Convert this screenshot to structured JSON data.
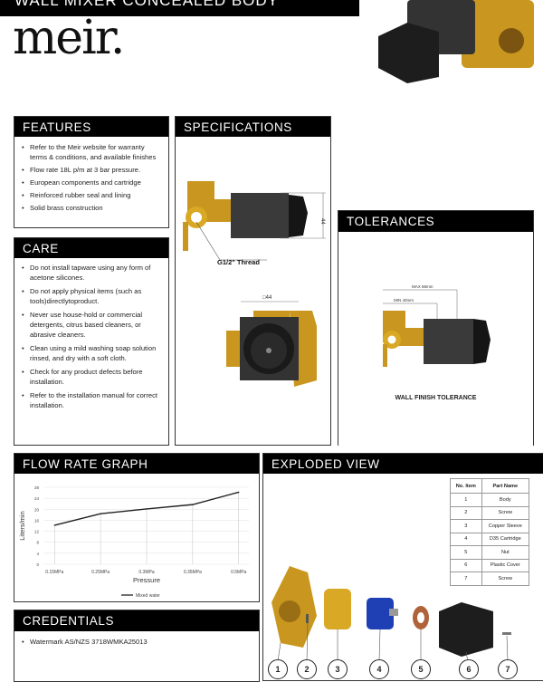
{
  "header": {
    "title": "WALL MIXER CONCEALED BODY",
    "logo": "meir."
  },
  "features": {
    "title": "FEATURES",
    "items": [
      "Refer to the Meir website for warranty terms & conditions, and available finishes",
      "Flow rate 18L p/m at 3 bar pressure.",
      "European components and cartridge",
      "Reinforced rubber seal and lining",
      "Solid brass construction"
    ]
  },
  "care": {
    "title": "CARE",
    "items": [
      "Do not install tapware using any form of acetone silicones.",
      "Do not apply physical items (such as tools)directlytoproduct.",
      "Never use house-hold or commercial detergents, citrus based cleaners, or abrasive cleaners.",
      "Clean using a mild washing soap solution rinsed, and dry with a soft cloth.",
      "Check for any product defects before installation.",
      "Refer to the installation manual for correct installation."
    ]
  },
  "specifications": {
    "title": "SPECIFICATIONS",
    "thread_label": "G1/2\" Thread",
    "dim_height": "44",
    "dim_square": "□44"
  },
  "tolerances": {
    "title": "TOLERANCES",
    "max": "MAX 68mm",
    "min": "MIN 40mm",
    "caption": "WALL FINISH TOLERANCE"
  },
  "flow_graph": {
    "title": "FLOW RATE GRAPH"
  },
  "chart_data": {
    "type": "line",
    "title": "",
    "xlabel": "Pressure",
    "ylabel": "Liters/min",
    "categories": [
      "0.15MPa",
      "0.25MPa",
      "0.3MPa",
      "0.35MPa",
      "0.5MPa"
    ],
    "series": [
      {
        "name": "Mixed water",
        "values": [
          14.2,
          18.4,
          20.1,
          21.7,
          26.2
        ]
      }
    ],
    "ylim": [
      0,
      28
    ],
    "yticks": [
      "0",
      "4",
      "8",
      "12",
      "16",
      "20",
      "24",
      "28"
    ],
    "grid": true,
    "legend": "bottom"
  },
  "exploded": {
    "title": "EXPLODED VIEW",
    "table_headers": [
      "No. Item",
      "Part Name"
    ],
    "parts": [
      [
        "1",
        "Body"
      ],
      [
        "2",
        "Screw"
      ],
      [
        "3",
        "Copper Sleeve"
      ],
      [
        "4",
        "D35 Cartridge"
      ],
      [
        "5",
        "Nut"
      ],
      [
        "6",
        "Plastic Cover"
      ],
      [
        "7",
        "Screw"
      ]
    ],
    "callouts": [
      "1",
      "2",
      "3",
      "4",
      "5",
      "6",
      "7"
    ]
  },
  "credentials": {
    "title": "CREDENTIALS",
    "items": [
      "Watermark AS/NZS 3718WMKA25013"
    ]
  }
}
